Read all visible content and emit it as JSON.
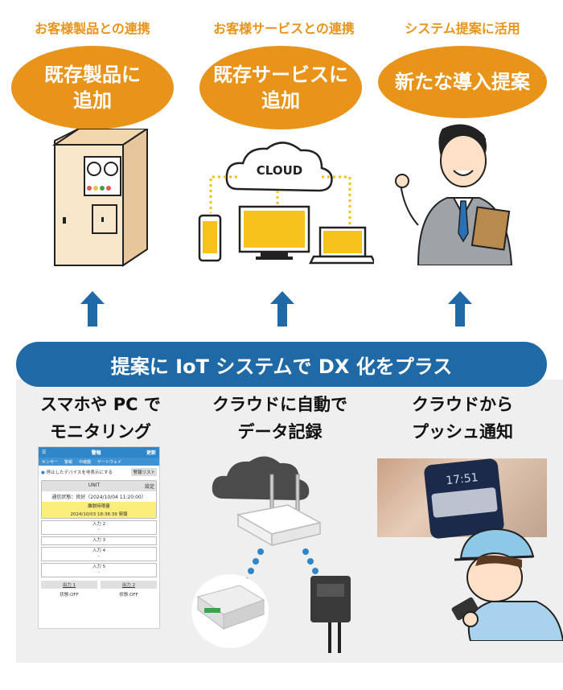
{
  "top": {
    "items": [
      {
        "caption": "お客様製品との連携",
        "label": "既存製品に\n追加"
      },
      {
        "caption": "お客様サービスとの連携",
        "label": "既存サービスに\n追加"
      },
      {
        "caption": "システム提案に活用",
        "label": "新たな導入提案"
      }
    ],
    "cloud_label": "CLOUD"
  },
  "banner": {
    "text": "提案に IoT システムで DX 化をプラス"
  },
  "bottom": {
    "items": [
      {
        "label": "スマホや PC で\nモニタリング"
      },
      {
        "label": "クラウドに自動で\nデータ記録"
      },
      {
        "label": "クラウドから\nプッシュ通知"
      }
    ]
  },
  "app": {
    "title": "警報",
    "refresh": "更新",
    "tabs": [
      "センサー",
      "警報",
      "中継器",
      "ゲートウェイ"
    ],
    "hide_toggle": "停止したデバイスを非表示にする",
    "hide_button": "警報リスト",
    "unit": "UNIT",
    "unit_btn": "設定",
    "status": "通信状態：良好（2024/10/04 11:20:00）",
    "alarm_title": "離脱時限量",
    "alarm_time": "2024/10/03 18:38:39 発報",
    "inputs": [
      {
        "name": "入力 2",
        "value": "-"
      },
      {
        "name": "入力 3",
        "value": ""
      },
      {
        "name": "入力 4",
        "value": "-"
      },
      {
        "name": "入力 5",
        "value": "-"
      }
    ],
    "outputs": [
      "出力 1",
      "出力 2"
    ],
    "states": [
      "状態:OFF",
      "状態:OFF"
    ]
  },
  "phone_notice": {
    "time": "17:51"
  },
  "colors": {
    "orange": "#e8941a",
    "blue": "#1f6aa6",
    "yellow": "#f7c21a",
    "gray_bg": "#efefef"
  }
}
